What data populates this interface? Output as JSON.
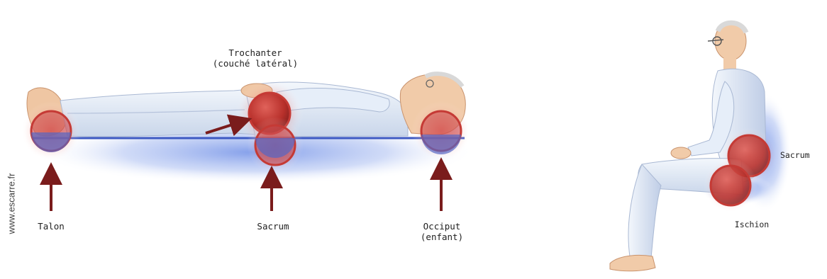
{
  "watermark": "www.escarre.fr",
  "labels": {
    "trochanter_line1": "Trochanter",
    "trochanter_line2": "(couché latéral)",
    "talon": "Talon",
    "sacrum_lying": "Sacrum",
    "occiput_line1": "Occiput",
    "occiput_line2": "(enfant)",
    "sacrum_seated": "Sacrum",
    "ischion": "Ischion"
  },
  "colors": {
    "pressure_red": "#d23a32",
    "mattress_blue": "#6f8ee0",
    "body_light": "#dfe9f6",
    "skin": "#f1c9a6",
    "arrow": "#7a1c1c"
  }
}
